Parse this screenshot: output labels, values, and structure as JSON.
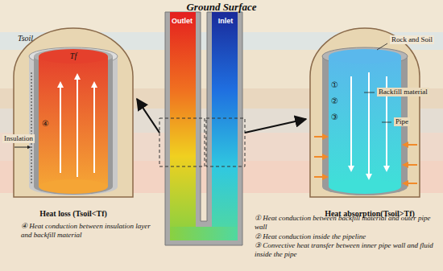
{
  "diagram": {
    "title": "Ground Surface",
    "nodes": [
      {
        "text": [
          "Outlet"
        ]
      },
      {
        "text": [
          "Inlet"
        ]
      },
      {
        "text": [
          "Heat loss (Tsoil<Tf)"
        ]
      },
      {
        "text": [
          "Heat absorption(Tsoil>Tf)"
        ]
      }
    ],
    "edges": [
      {
        "from": 0,
        "to": 2,
        "arrow": "to"
      },
      {
        "from": 1,
        "to": 3,
        "arrow": "to"
      }
    ],
    "labels": [
      "Tsoil",
      "Tf",
      "Insulation",
      "④",
      "①",
      "②",
      "③",
      "Rock and Soil",
      "Backfill material",
      "Pipe",
      "④ Heat conduction between insulation layer and backfill material",
      "① Heat conduction between backfill material and outer pipe wall",
      "② Heat conduction inside the pipeline",
      "③ Convective heat transfer between inner pipe wall and fluid inside the pipe"
    ]
  }
}
